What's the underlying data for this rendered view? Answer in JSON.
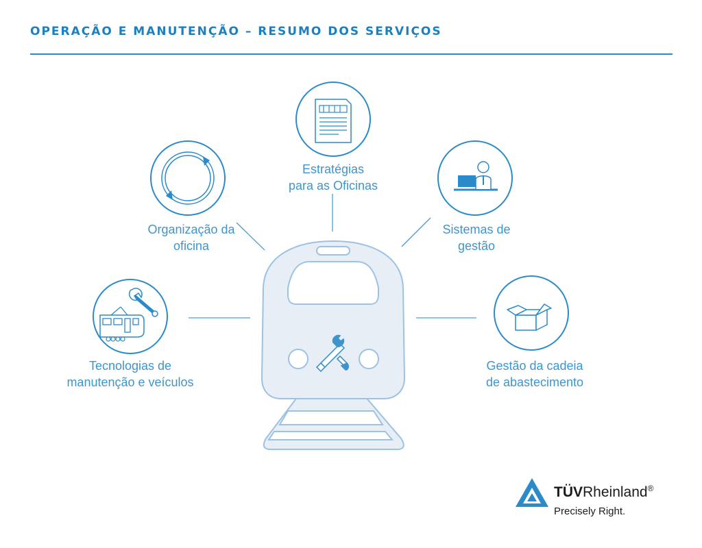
{
  "header": {
    "title": "OPERAÇÃO E MANUTENÇÃO – RESUMO DOS SERVIÇOS"
  },
  "services": {
    "strategies": {
      "line1": "Estratégias",
      "line2": "para as Oficinas",
      "icon": "document-icon"
    },
    "workshop": {
      "line1": "Organização da",
      "line2": "oficina",
      "icon": "cycle-arrows-icon"
    },
    "management": {
      "line1": "Sistemas de",
      "line2": "gestão",
      "icon": "person-computer-icon"
    },
    "technologies": {
      "line1": "Tecnologias de",
      "line2": "manutenção e veículos",
      "icon": "train-wrench-icon"
    },
    "supply": {
      "line1": "Gestão da cadeia",
      "line2": "de abastecimento",
      "icon": "box-icon"
    }
  },
  "center": {
    "icon": "train-front-icon"
  },
  "logo": {
    "brand_bold": "TÜV",
    "brand_rest": "Rheinland",
    "registered": "®",
    "tagline": "Precisely Right."
  },
  "colors": {
    "accent": "#2b8ac9",
    "label": "#3f95cb",
    "train_fill": "#e8eef6",
    "train_stroke": "#9cc2e3"
  }
}
